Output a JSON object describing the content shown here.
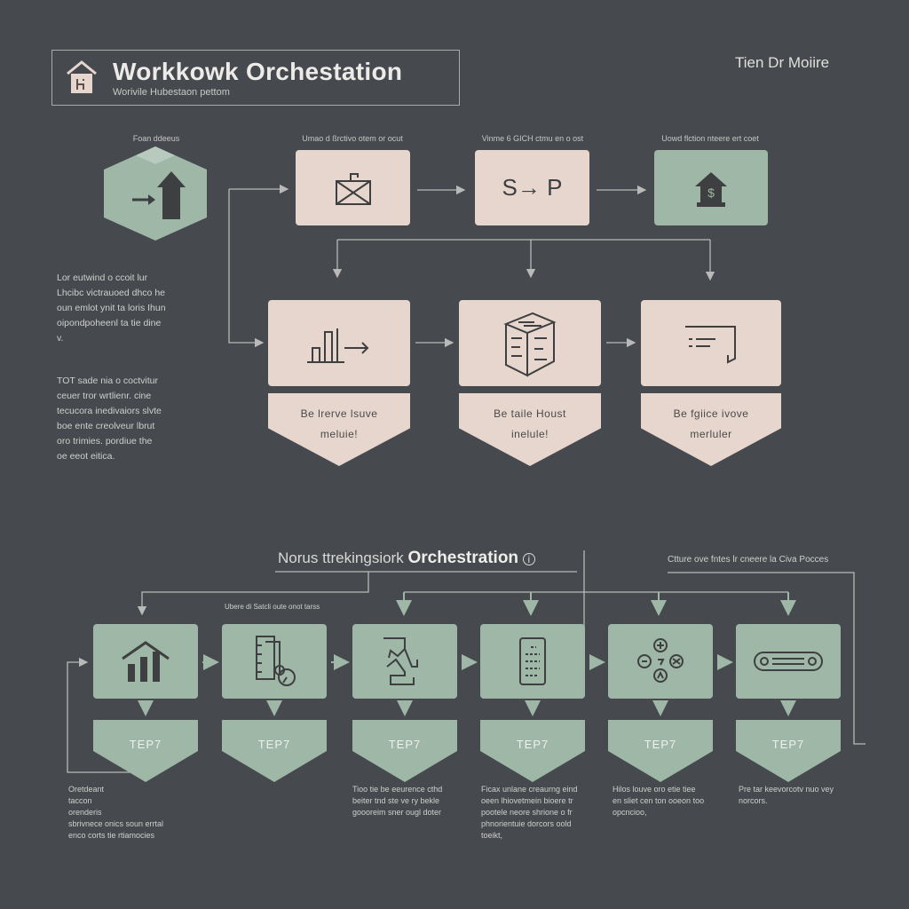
{
  "header": {
    "title": "Workkowk Orchestation",
    "subtitle": "Worivile Hubestaon pettom",
    "corner_label": "Tien Dr Moiire",
    "icon": "house-icon"
  },
  "top_section": {
    "start_node": {
      "label": "Foan ddeeus",
      "icon": "upload-arrow-icon"
    },
    "row1": [
      {
        "caption": "Umao d ßrctivo otem or ocut",
        "icon": "envelope-icon"
      },
      {
        "caption": "Vinme 6 GICH ctmu en o ost",
        "icon": "s-to-p-icon",
        "icon_text": "S→ P"
      },
      {
        "caption": "Uowd flction nteere ert coet",
        "icon": "dollar-house-icon",
        "icon_text": "$"
      }
    ],
    "row2": [
      {
        "icon": "bar-chart-arrow-icon",
        "label_line1": "Be lrerve lsuve",
        "label_line2": "meluie!"
      },
      {
        "icon": "cube-icon",
        "label_line1": "Be taile Houst",
        "label_line2": "inelule!"
      },
      {
        "icon": "document-icon",
        "label_line1": "Be fgiice ivove",
        "label_line2": "merluler"
      }
    ],
    "notes": [
      [
        "Lor eutwind o ccoit lur",
        "Lhcibc victrauoed dhco he",
        "oun emlot ynit ta loris Ihun",
        "oipondpoheenl ta tie dine",
        "v."
      ],
      [
        "TOT sade nia o coctvitur",
        "ceuer tror wrtlienr. cine",
        "tecucora inedivaiors slvte",
        "boe ente creolveur lbrut",
        "oro trimies. pordiue the",
        "oe eeot eitica."
      ]
    ]
  },
  "bottom_section": {
    "title_prefix": "Norus ttrekingsiork",
    "title_bold": "Orchestration",
    "info_icon": "info-icon",
    "right_caption": "Ctture ove fntes lr cneere la Civa Pocces",
    "sub_caption": "Ubere di Satcli oute onot tarss",
    "steps": [
      {
        "icon": "house-chart-icon",
        "label": "TEP7"
      },
      {
        "icon": "files-clock-icon",
        "label": "TEP7"
      },
      {
        "icon": "map-hand-icon",
        "label": "TEP7"
      },
      {
        "icon": "checklist-icon",
        "label": "TEP7"
      },
      {
        "icon": "gamepad-icon",
        "label": "TEP7"
      },
      {
        "icon": "slider-icon",
        "label": "TEP7"
      }
    ],
    "notes": [
      [
        "Oretdeant",
        "taccon",
        "orenderis",
        "sbrivnece onics soun errtal",
        "enco corts tie rtiamocies"
      ],
      [
        "Tioo tie be eeurence cthd",
        "beiter tnd ste ve ry bekle",
        "goooreim sner ougl doter"
      ],
      [
        "Ficax unlane creaurng eind",
        "oeen lhiovetmein bioere tr",
        "pootele neore shrione o fr",
        "phnorientuie dorcors oold",
        "toeikt,"
      ],
      [
        "Hilos louve oro etie tiee",
        "en sliet cen ton ooeon too",
        "opcncioo,"
      ],
      [
        "Pre tar keevorcotv nuo vey",
        "norcors."
      ]
    ]
  },
  "colors": {
    "background": "#46494d",
    "pink": "#e6d6cd",
    "green": "#9eb7a6",
    "line": "#b9bab8"
  }
}
